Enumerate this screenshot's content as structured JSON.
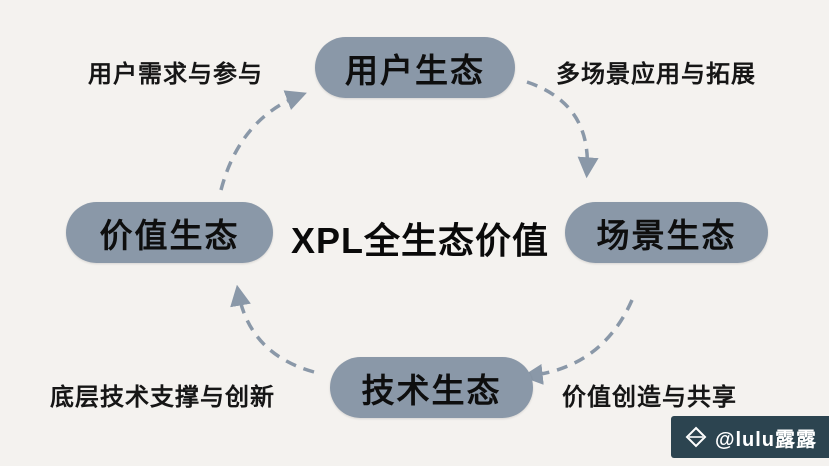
{
  "title": "XPL全生态价值",
  "nodes": {
    "top": {
      "label": "用户生态"
    },
    "right": {
      "label": "场景生态"
    },
    "bottom": {
      "label": "技术生态"
    },
    "left": {
      "label": "价值生态"
    }
  },
  "edge_labels": {
    "top_left": "用户需求与参与",
    "top_right": "多场景应用与拓展",
    "bottom_right": "价值创造与共享",
    "bottom_left": "底层技术支撑与创新"
  },
  "watermark": {
    "text": "@lulu露露"
  },
  "colors": {
    "background": "#f4f2ef",
    "node": "#8a98a8",
    "node_text": "#0e0e0e",
    "arrow": "#8a98a8",
    "text": "#161616",
    "watermark_bg": "#2c4450",
    "watermark_text": "#ffffff"
  }
}
